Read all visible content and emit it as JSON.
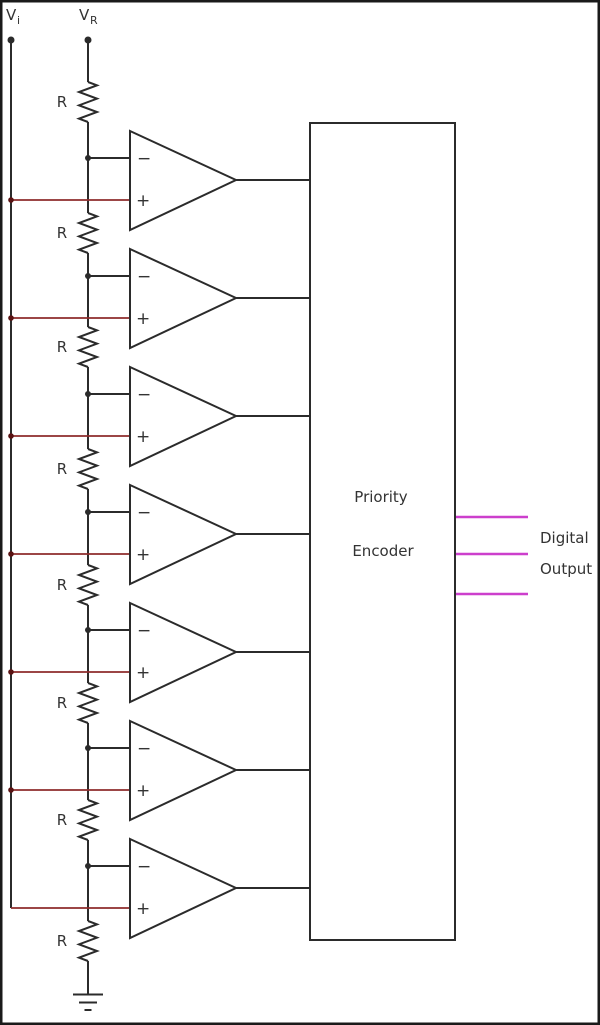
{
  "colors": {
    "background": "#ffffff",
    "wire": "#2b2b2b",
    "text": "#333333",
    "analog_input_wire": "#8e2c2c",
    "analog_input_node": "#5a1313",
    "digital_output_wire": "#cc3fcc"
  },
  "terminals": {
    "input": {
      "main": "V",
      "sub": "i"
    },
    "reference": {
      "main": "V",
      "sub": "R"
    }
  },
  "resistors": [
    {
      "label": "R"
    },
    {
      "label": "R"
    },
    {
      "label": "R"
    },
    {
      "label": "R"
    },
    {
      "label": "R"
    },
    {
      "label": "R"
    },
    {
      "label": "R"
    },
    {
      "label": "R"
    }
  ],
  "comparators": [
    {
      "minus_label": "−",
      "plus_label": "+"
    },
    {
      "minus_label": "−",
      "plus_label": "+"
    },
    {
      "minus_label": "−",
      "plus_label": "+"
    },
    {
      "minus_label": "−",
      "plus_label": "+"
    },
    {
      "minus_label": "−",
      "plus_label": "+"
    },
    {
      "minus_label": "−",
      "plus_label": "+"
    },
    {
      "minus_label": "−",
      "plus_label": "+"
    }
  ],
  "encoder": {
    "label_line1": "Priority",
    "label_line2": "Encoder"
  },
  "digital_output": {
    "label_line1": "Digital",
    "label_line2": "Output",
    "line_count": 3
  }
}
